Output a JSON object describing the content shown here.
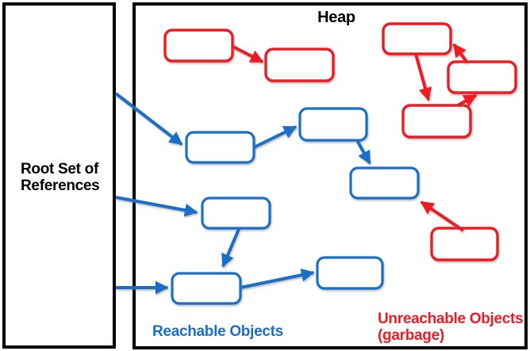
{
  "diagram": {
    "title": "Heap",
    "root_box": {
      "label_lines": [
        "Root Set of",
        "References"
      ]
    },
    "legend": {
      "reachable": "Reachable Objects",
      "unreachable_lines": [
        "Unreachable Objects",
        "(garbage)"
      ]
    },
    "colors": {
      "reachable_blue": "#1B6EC8",
      "unreachable_red": "#ED1C24",
      "frame_black": "#000000",
      "background": "#FFFFFF"
    }
  }
}
